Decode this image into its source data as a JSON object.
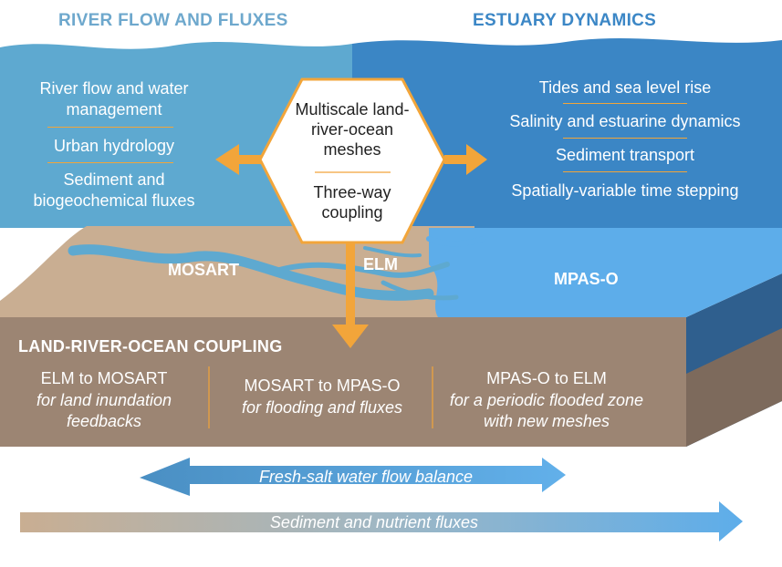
{
  "headers": {
    "left": "RIVER FLOW AND FLUXES",
    "right": "ESTUARY DYNAMICS",
    "coupling": "LAND-RIVER-OCEAN COUPLING"
  },
  "left_panel": {
    "items": [
      "River flow and water management",
      "Urban hydrology",
      "Sediment and biogeochemical fluxes"
    ]
  },
  "right_panel": {
    "items": [
      "Tides and sea level rise",
      "Salinity and estuarine dynamics",
      "Sediment transport",
      "Spatially-variable time stepping"
    ]
  },
  "center_hex": {
    "top": "Multiscale land-river-ocean meshes",
    "bottom": "Three-way coupling"
  },
  "model_labels": {
    "mosart": "MOSART",
    "elm": "ELM",
    "mpas": "MPAS-O"
  },
  "coupling_columns": [
    {
      "title": "ELM to MOSART",
      "desc": "for land inundation feedbacks"
    },
    {
      "title": "MOSART to MPAS-O",
      "desc": "for flooding and fluxes"
    },
    {
      "title": "MPAS-O to ELM",
      "desc": "for a periodic flooded zone with new meshes"
    }
  ],
  "flows": {
    "balance": "Fresh-salt water flow balance",
    "fluxes": "Sediment and nutrient fluxes"
  },
  "colors": {
    "header_left": "#6ea8cd",
    "header_right": "#3c87c6",
    "left_water": "#5ea9d0",
    "right_water": "#3b86c5",
    "ocean": "#5dadea",
    "land": "#c9ae92",
    "soil_front": "#9c8573",
    "accent_orange": "#f2a53a"
  }
}
